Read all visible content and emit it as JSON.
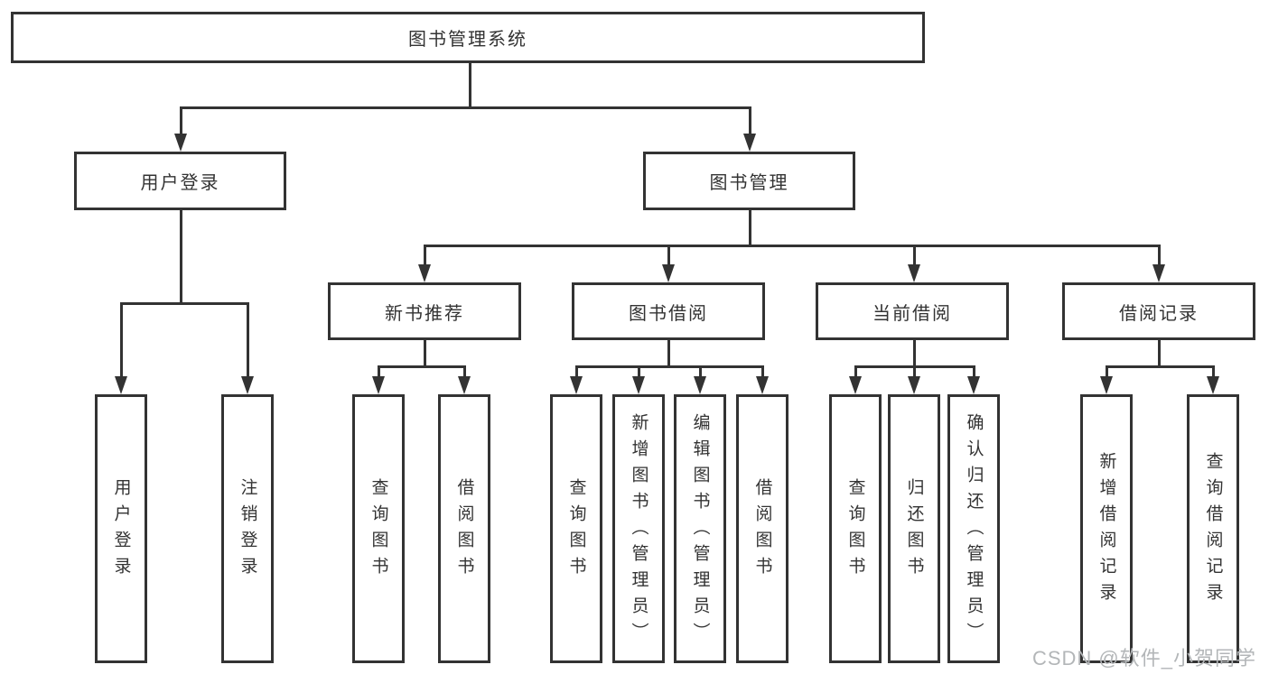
{
  "diagram": {
    "root": {
      "label": "图书管理系统"
    },
    "level2": [
      {
        "label": "用户登录",
        "children": [
          {
            "label": "用户登录"
          },
          {
            "label": "注销登录"
          }
        ]
      },
      {
        "label": "图书管理",
        "modules": [
          {
            "label": "新书推荐",
            "children": [
              {
                "label": "查询图书"
              },
              {
                "label": "借阅图书"
              }
            ]
          },
          {
            "label": "图书借阅",
            "children": [
              {
                "label": "查询图书"
              },
              {
                "label": "新增图书（管理员）"
              },
              {
                "label": "编辑图书（管理员）"
              },
              {
                "label": "借阅图书"
              }
            ]
          },
          {
            "label": "当前借阅",
            "children": [
              {
                "label": "查询图书"
              },
              {
                "label": "归还图书"
              },
              {
                "label": "确认归还（管理员）"
              }
            ]
          },
          {
            "label": "借阅记录",
            "children": [
              {
                "label": "新增借阅记录"
              },
              {
                "label": "查询借阅记录"
              }
            ]
          }
        ]
      }
    ]
  },
  "watermark": {
    "text": "CSDN @软件_小贺同学"
  },
  "colors": {
    "line": "#333333",
    "box_background": "#ffffff",
    "text": "#333333",
    "watermark": "#b3b6b8"
  }
}
